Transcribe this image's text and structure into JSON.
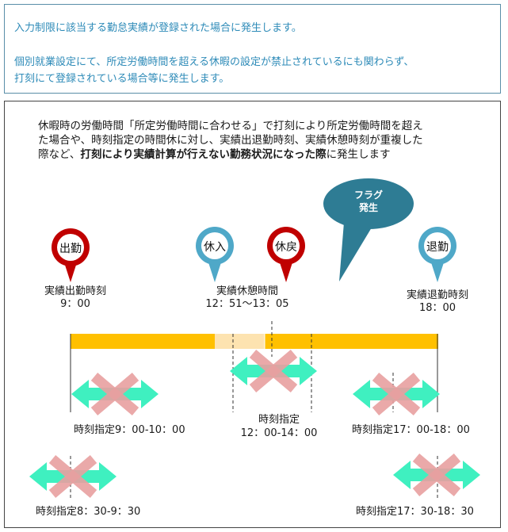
{
  "info_box": {
    "line1": "入力制限に該当する勤怠実績が登録された場合に発生します。",
    "line2": "個別就業設定にて、所定労働時間を超える休暇の設定が禁止されているにも関わらず、",
    "line3": "打刻にて登録されている場合等に発生します。"
  },
  "description": {
    "line1": "休暇時の労働時間「所定労働時間に合わせる」で打刻により所定労働時間を超え",
    "line2": "た場合や、時刻指定の時間休に対し、実績出退勤時刻、実績休憩時刻が重複した",
    "line3_prefix": "際など、",
    "line3_bold": "打刻により実績計算が行えない勤務状況になった際",
    "line3_suffix": "に発生します"
  },
  "callout": {
    "line1": "フラグ",
    "line2": "発生"
  },
  "pins": {
    "clock_in": "出勤",
    "break_in": "休入",
    "break_out": "休戻",
    "clock_out": "退勤"
  },
  "labels": {
    "clock_in_title": "実績出勤時刻",
    "clock_in_time": "9：00",
    "break_title": "実績休憩時間",
    "break_time": "12：51～13：05",
    "clock_out_title": "実績退勤時刻",
    "clock_out_time": "18：00"
  },
  "time_designations": {
    "a": "時刻指定9：00-10：00",
    "b_title": "時刻指定",
    "b_time": "12：00-14：00",
    "c": "時刻指定17：00-18：00",
    "d": "時刻指定8：30-9：30",
    "e": "時刻指定17：30-18：30"
  },
  "colors": {
    "red_pin": "#c00000",
    "blue_pin": "#4fa8c8",
    "bar": "#ffc000",
    "bar_light": "#fde3b0",
    "arrow": "#3ff0c0",
    "cross": "#e8a0a0",
    "callout": "#2e7c94"
  }
}
